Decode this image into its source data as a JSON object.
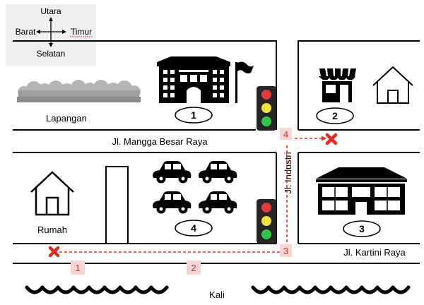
{
  "compass": {
    "north": "Utara",
    "west": "Barat",
    "east": "Timur",
    "south": "Selatan"
  },
  "places": {
    "field": "Lapangan",
    "home": "Rumah",
    "river": "Kali"
  },
  "streets": {
    "main_road": "Jl. Mangga Besar Raya",
    "side_road": "Jl. Kartini Raya",
    "vertical_road": "Jl. Industri"
  },
  "place_numbers": {
    "school": "1",
    "shop": "2",
    "building": "3",
    "parking": "4"
  },
  "route": {
    "color": "#e8291c",
    "marker_bg": "#f7d5d2",
    "steps": [
      "1",
      "2",
      "3",
      "4"
    ]
  },
  "icons": {
    "school": "school-building-icon",
    "flag": "flag-icon",
    "shop": "shop-icon",
    "house": "house-icon",
    "warehouse": "warehouse-icon",
    "car": "car-icon",
    "traffic_light": "traffic-light-icon",
    "start": "start-cross-icon",
    "end": "end-cross-icon",
    "bush": "bushes-icon",
    "wave": "water-wave-icon"
  }
}
